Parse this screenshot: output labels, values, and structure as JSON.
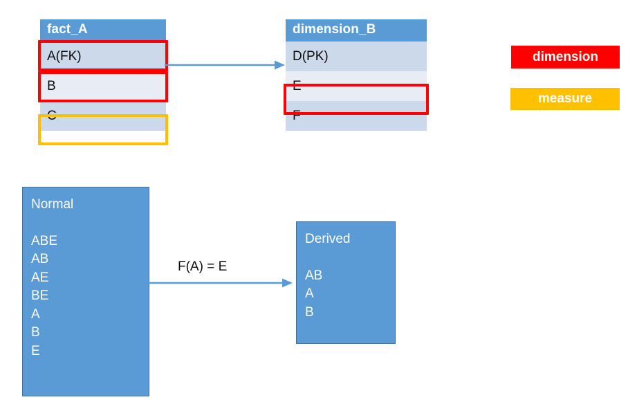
{
  "diagram": {
    "title": "Dimension and measure derivation diagram",
    "colors": {
      "header_blue": "#5b9bd5",
      "row_shade_a": "#ccd9ea",
      "row_shade_b": "#e7ecf5",
      "dimension_red": "#fe0000",
      "measure_yellow": "#ffc000",
      "arrow_blue": "#5b9bd5",
      "panel_border": "#41719c",
      "text_dark": "#0d0d0d",
      "text_light": "#ffffff"
    },
    "tables": [
      {
        "name": "fact_A",
        "title": "fact_A",
        "rows": [
          {
            "label": "A(FK)",
            "highlight": "dimension"
          },
          {
            "label": "B",
            "highlight": "dimension"
          },
          {
            "label": "C",
            "highlight": "measure"
          }
        ]
      },
      {
        "name": "dimension_B",
        "title": "dimension_B",
        "rows": [
          {
            "label": "D(PK)",
            "highlight": "none"
          },
          {
            "label": "E",
            "highlight": "dimension"
          },
          {
            "label": "F",
            "highlight": "none"
          }
        ]
      }
    ],
    "legend": [
      {
        "key": "dimension",
        "label": "dimension",
        "color": "#fe0000"
      },
      {
        "key": "measure",
        "label": "measure",
        "color": "#ffc000"
      }
    ],
    "panels": [
      {
        "key": "normal",
        "title": "Normal",
        "items": [
          "ABE",
          "AB",
          "AE",
          "BE",
          "A",
          "B",
          "E"
        ]
      },
      {
        "key": "derived",
        "title": "Derived",
        "items": [
          "AB",
          "A",
          "B"
        ]
      }
    ],
    "connectors": [
      {
        "key": "fk-link",
        "label": ""
      },
      {
        "key": "derivation",
        "label": "F(A) = E"
      }
    ]
  }
}
